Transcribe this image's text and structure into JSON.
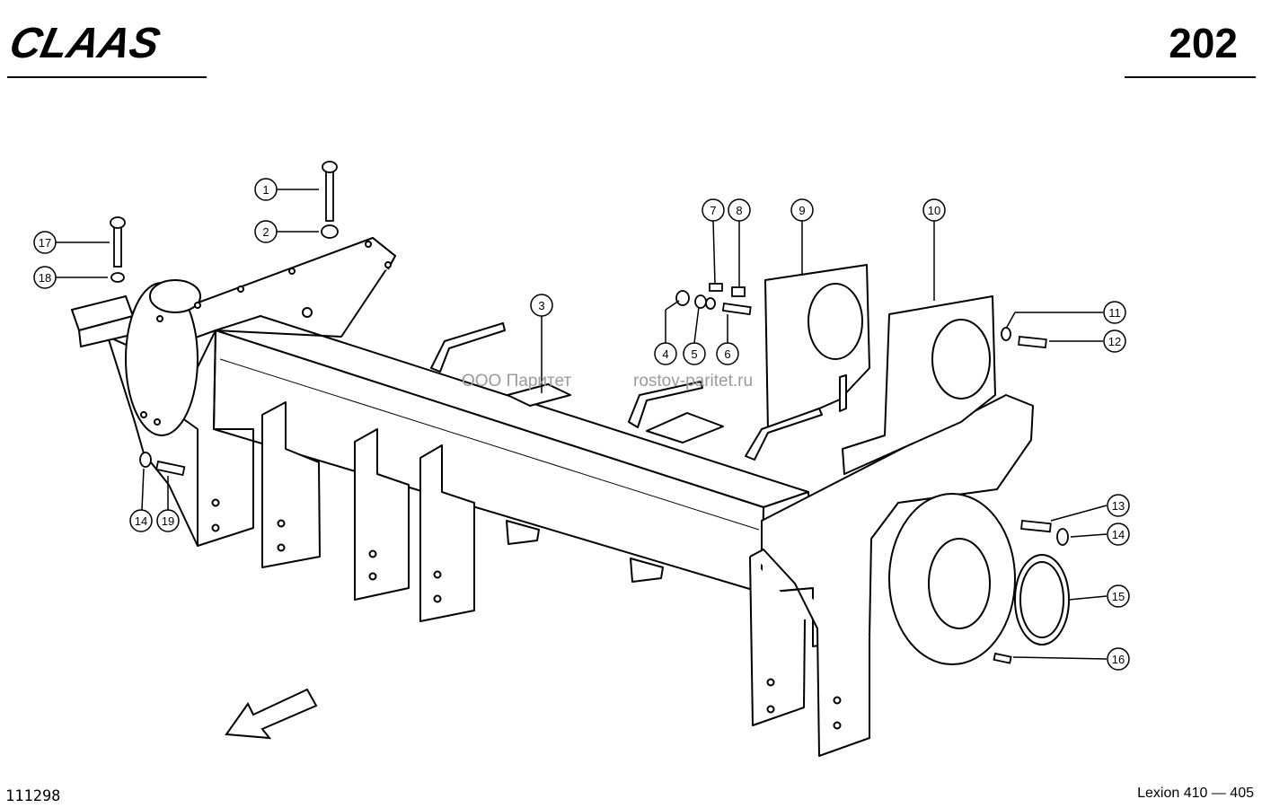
{
  "header": {
    "brand": "CLAAS",
    "page_number": "202"
  },
  "footer": {
    "drawing_id": "111298",
    "model": "Lexion 410 — 405"
  },
  "watermark": {
    "company": "ООО Паритет",
    "site": "rostov-paritet.ru"
  },
  "callouts": [
    "1",
    "2",
    "3",
    "4",
    "5",
    "6",
    "7",
    "8",
    "9",
    "10",
    "11",
    "12",
    "13",
    "14",
    "15",
    "16",
    "17",
    "18",
    "14",
    "19"
  ]
}
